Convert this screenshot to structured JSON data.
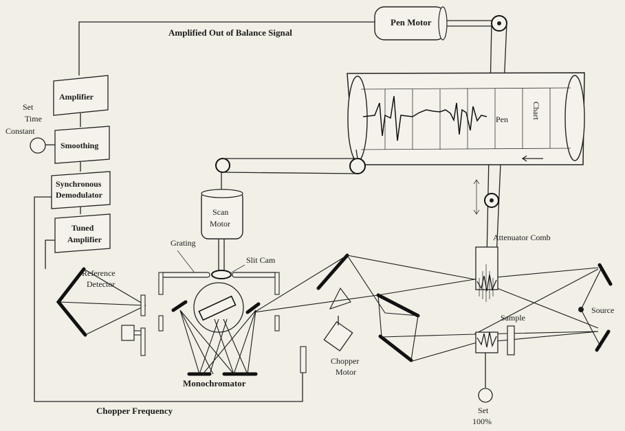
{
  "labels": {
    "pen_motor": "Pen Motor",
    "amplified_signal": "Amplified Out of Balance Signal",
    "amplifier": "Amplifier",
    "smoothing": "Smoothing",
    "synchronous_demodulator_1": "Synchronous",
    "synchronous_demodulator_2": "Demodulator",
    "tuned_amplifier_1": "Tuned",
    "tuned_amplifier_2": "Amplifier",
    "set_time_constant_1": "Set",
    "set_time_constant_2": "Time",
    "set_time_constant_3": "Constant",
    "scan_motor_1": "Scan",
    "scan_motor_2": "Motor",
    "grating": "Grating",
    "slit_cam": "Slit Cam",
    "reference_detector_1": "Reference",
    "reference_detector_2": "Detector",
    "monochromator": "Monochromator",
    "chopper_frequency": "Chopper Frequency",
    "chopper_motor_1": "Chopper",
    "chopper_motor_2": "Motor",
    "attenuator_comb": "Attenuator Comb",
    "sample": "Sample",
    "source": "Source",
    "set_100_1": "Set",
    "set_100_2": "100%",
    "pen": "Pen",
    "chart": "Chart"
  }
}
